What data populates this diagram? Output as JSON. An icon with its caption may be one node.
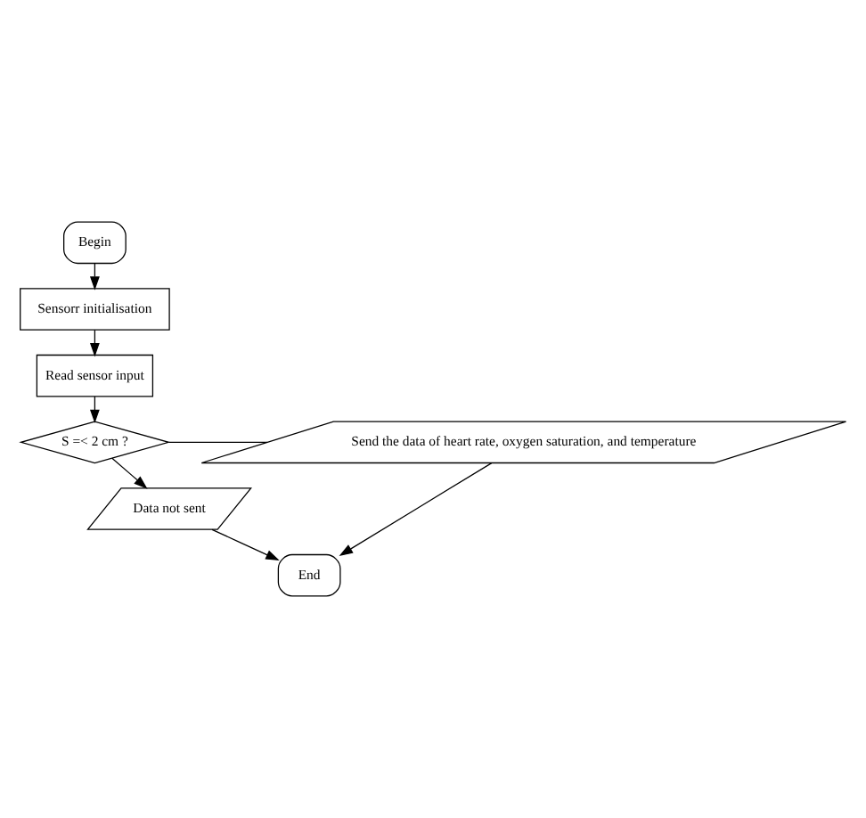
{
  "diagram": {
    "nodes": [
      {
        "text": [
          "Begin"
        ]
      },
      {
        "text": [
          "Sensorr initialisation"
        ]
      },
      {
        "text": [
          "Read sensor input"
        ]
      },
      {
        "text": [
          "S =< 2 cm ?"
        ]
      },
      {
        "text": [
          "Send the data of heart rate, oxygen saturation, and temperature"
        ]
      },
      {
        "text": [
          "Data not sent"
        ]
      },
      {
        "text": [
          "End"
        ]
      }
    ],
    "edges": [
      {
        "from": 0,
        "to": 1,
        "arrow": "to"
      },
      {
        "from": 1,
        "to": 2,
        "arrow": "to"
      },
      {
        "from": 2,
        "to": 3,
        "arrow": "to"
      },
      {
        "from": 3,
        "to": 4,
        "arrow": "none"
      },
      {
        "from": 3,
        "to": 5,
        "arrow": "to"
      },
      {
        "from": 5,
        "to": 6,
        "arrow": "to"
      },
      {
        "from": 4,
        "to": 6,
        "arrow": "to"
      }
    ]
  }
}
